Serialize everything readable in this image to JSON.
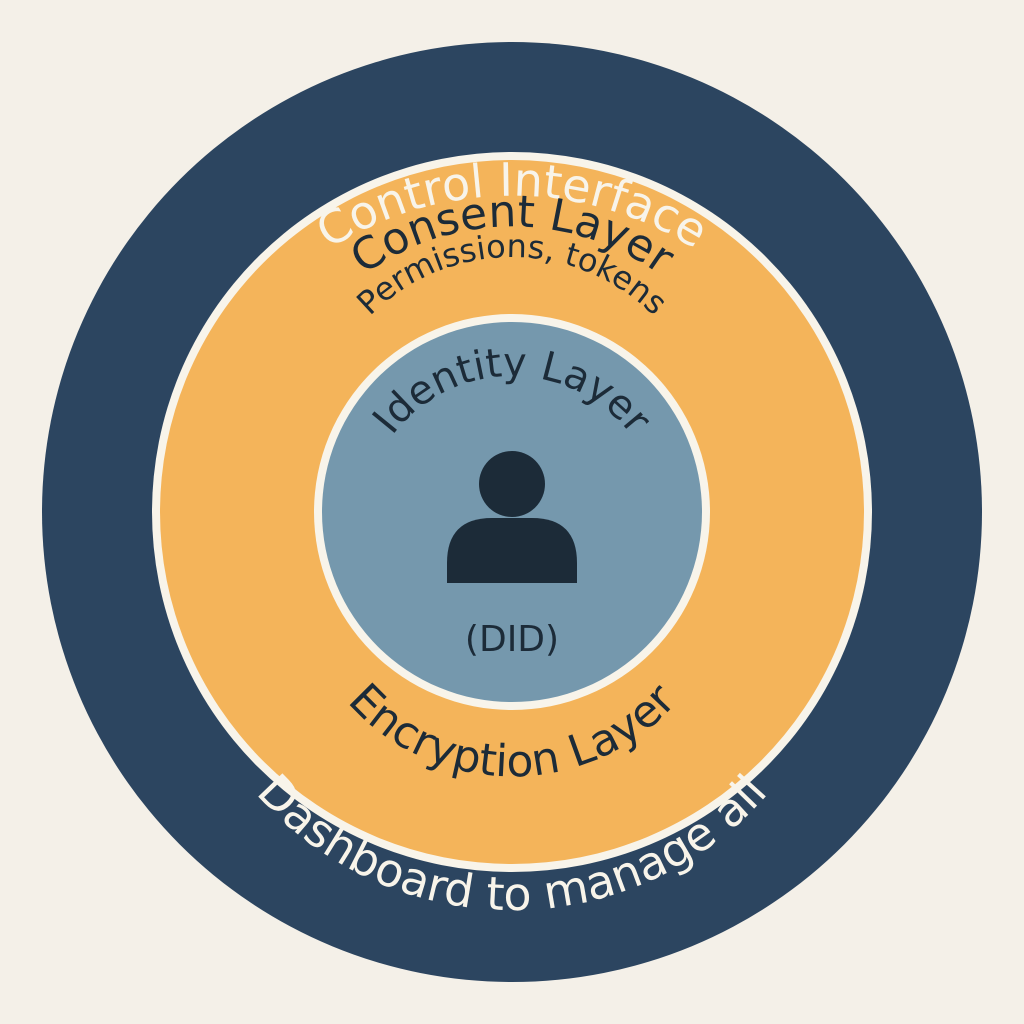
{
  "colors": {
    "background": "#f4f0e8",
    "outer_ring": "#2c4560",
    "middle_ring": "#f4b45a",
    "inner_circle": "#7598ad",
    "separator": "#f8f4ea",
    "light_text": "#f8f4ea",
    "dark_text": "#1c2b38",
    "person_icon": "#1c2b38"
  },
  "layers": {
    "control": {
      "title": "Control Interface",
      "subtitle": "Dashboard to manage all"
    },
    "consent": {
      "title": "Consent Layer",
      "subtitle": "Permissions, tokens"
    },
    "encryption": {
      "title": "Encryption Layer"
    },
    "identity": {
      "title": "Identity Layer",
      "icon": "person-icon",
      "caption": "(DID)"
    }
  }
}
